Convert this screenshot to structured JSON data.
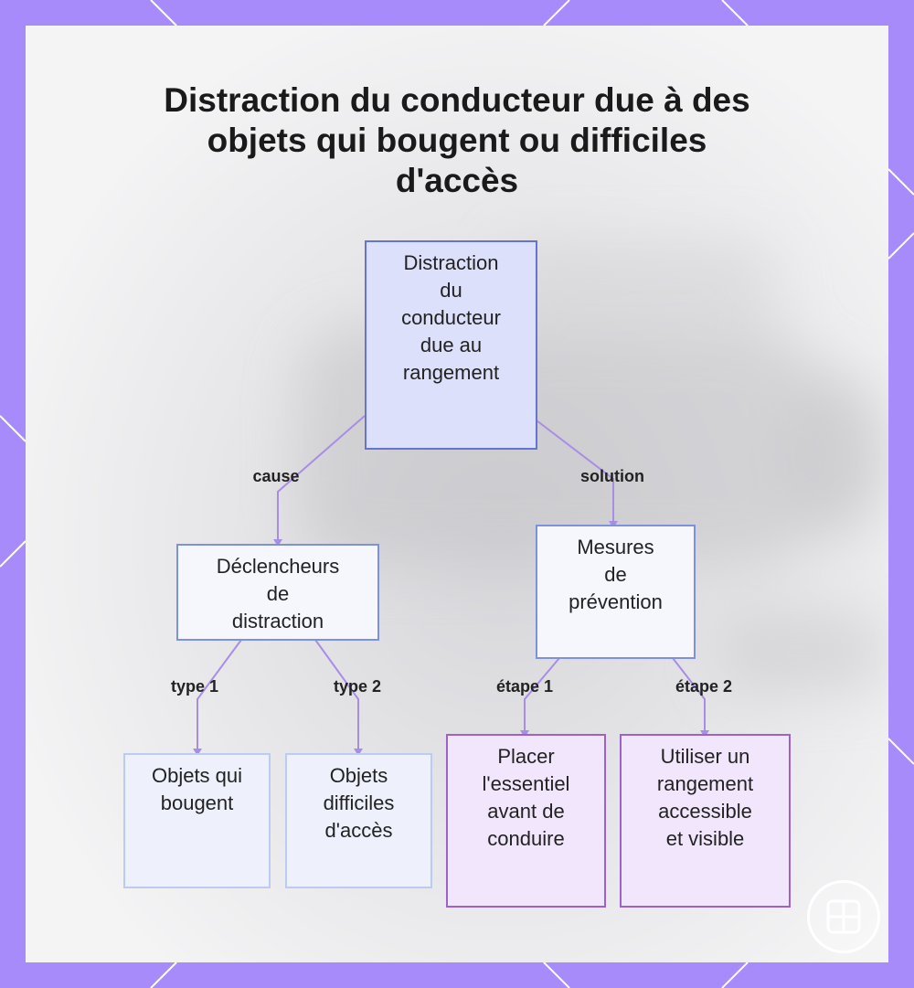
{
  "title": "Distraction du conducteur due à des\nobjets qui bougent ou difficiles\nd'accès",
  "nodes": {
    "root": "Distraction\ndu\nconducteur\ndue au\nrangement",
    "triggers": "Déclencheurs\nde\ndistraction",
    "prevention": "Mesures\nde\nprévention",
    "moving_objects": "Objets qui\nbougent",
    "hard_access": "Objets\ndifficiles\nd'accès",
    "step1": "Placer\nl'essentiel\navant de\nconduire",
    "step2": "Utiliser un\nrangement\naccessible\net visible"
  },
  "edges": {
    "cause": "cause",
    "solution": "solution",
    "type1": "type 1",
    "type2": "type 2",
    "step1": "étape 1",
    "step2": "étape 2"
  },
  "colors": {
    "frame": "#a78bfa",
    "connector": "#a98ce6",
    "root_fill": "#dde0fb",
    "step_fill": "#f1e6fb"
  },
  "icons": {
    "logo": "grid-logo-icon"
  }
}
